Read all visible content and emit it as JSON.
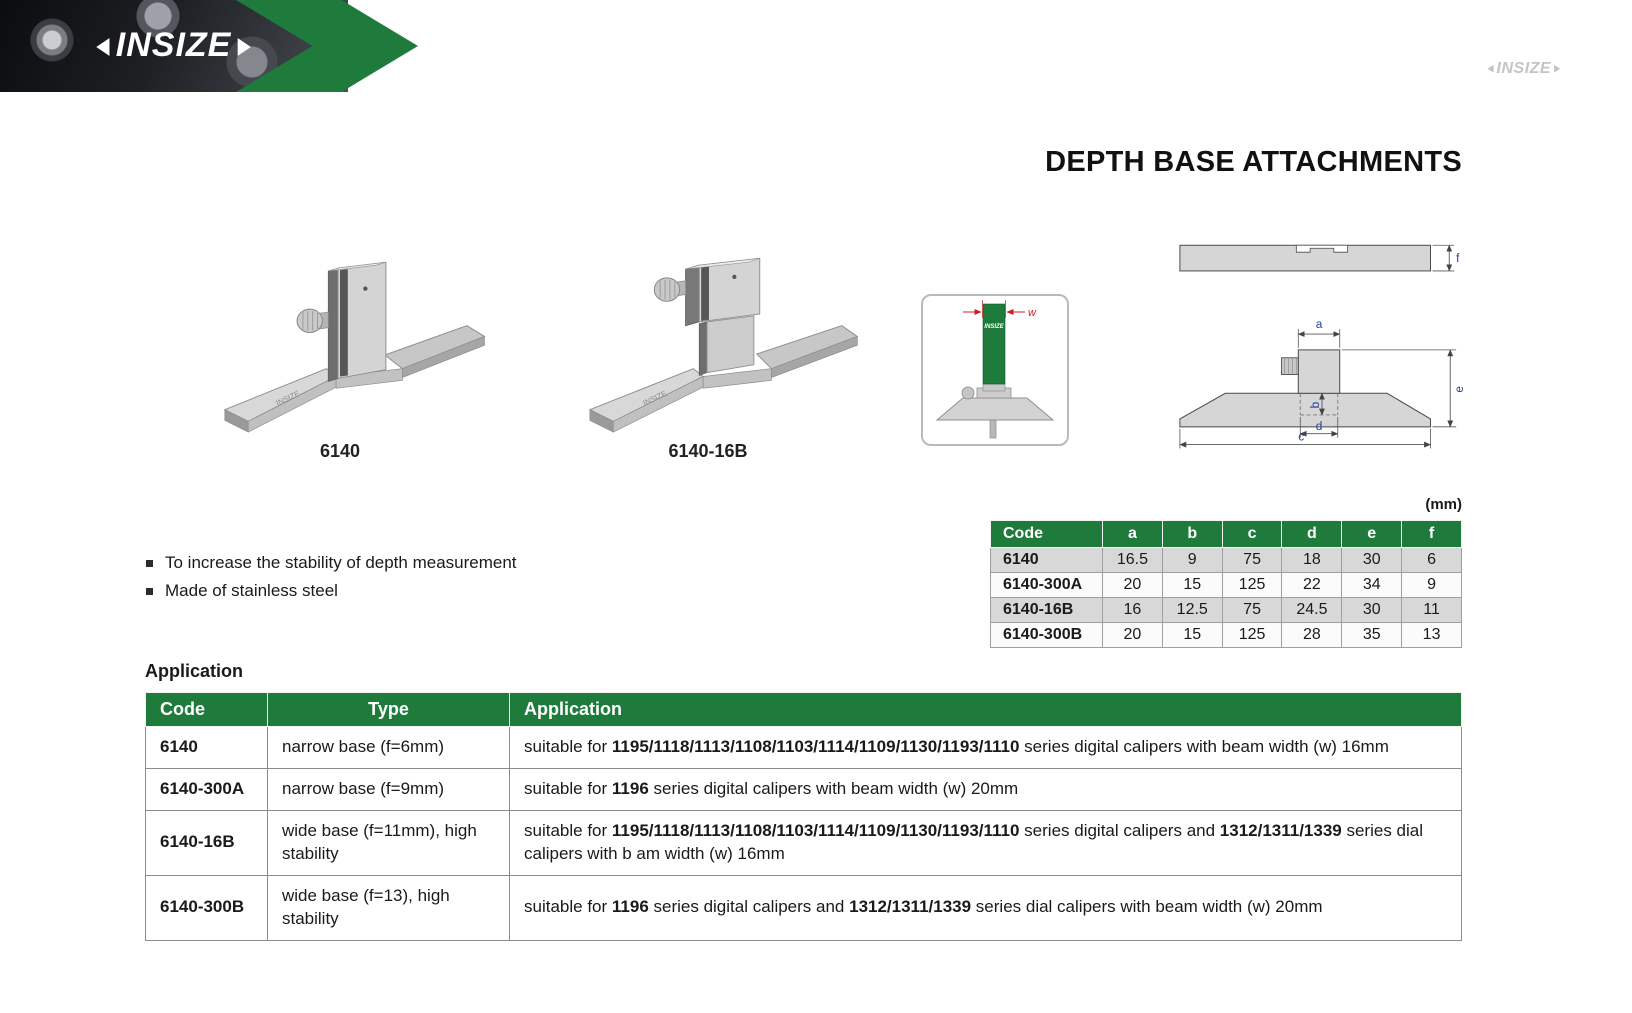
{
  "page": {
    "title": "DEPTH BASE ATTACHMENTS",
    "unit_label": "(mm)"
  },
  "colors": {
    "brand_green": "#1e7b3c",
    "dimension_red": "#cf1d1d",
    "dimension_blue": "#24439c"
  },
  "brand": {
    "name": "INSIZE",
    "arrow_left": "◄",
    "arrow_right": "►"
  },
  "products": [
    {
      "label": "6140",
      "marking": "INSIZE"
    },
    {
      "label": "6140-16B",
      "marking": "INSIZE"
    }
  ],
  "features": [
    "To increase the stability of depth measurement",
    "Made of stainless steel"
  ],
  "measure_diagram": {
    "w_label": "w",
    "logo": "INSIZE"
  },
  "dims": {
    "a": "a",
    "b": "b",
    "c": "c",
    "d": "d",
    "e": "e",
    "f": "f"
  },
  "dim_table": {
    "headers": [
      "Code",
      "a",
      "b",
      "c",
      "d",
      "e",
      "f"
    ],
    "rows": [
      [
        "6140",
        "16.5",
        "9",
        "75",
        "18",
        "30",
        "6"
      ],
      [
        "6140-300A",
        "20",
        "15",
        "125",
        "22",
        "34",
        "9"
      ],
      [
        "6140-16B",
        "16",
        "12.5",
        "75",
        "24.5",
        "30",
        "11"
      ],
      [
        "6140-300B",
        "20",
        "15",
        "125",
        "28",
        "35",
        "13"
      ]
    ]
  },
  "application_section": {
    "heading": "Application",
    "headers": [
      "Code",
      "Type",
      "Application"
    ],
    "rows": [
      {
        "code": "6140",
        "type": "narrow base (f=6mm)",
        "application": [
          {
            "t": "suitable for ",
            "b": false
          },
          {
            "t": "1195/1118/1113/1108/1103/1114/1109/1130/1193/1110",
            "b": true
          },
          {
            "t": " series digital calipers with beam width (w) 16mm",
            "b": false
          }
        ]
      },
      {
        "code": "6140-300A",
        "type": "narrow base (f=9mm)",
        "application": [
          {
            "t": "suitable for ",
            "b": false
          },
          {
            "t": "1196",
            "b": true
          },
          {
            "t": " series digital calipers with beam width (w) 20mm",
            "b": false
          }
        ]
      },
      {
        "code": "6140-16B",
        "type": "wide base (f=11mm), high stability",
        "application": [
          {
            "t": "suitable for ",
            "b": false
          },
          {
            "t": "1195/1118/1113/1108/1103/1114/1109/1130/1193/1110",
            "b": true
          },
          {
            "t": " series digital calipers and ",
            "b": false
          },
          {
            "t": "1312/1311/1339",
            "b": true
          },
          {
            "t": " series dial calipers with b am width (w) 16mm",
            "b": false
          }
        ]
      },
      {
        "code": "6140-300B",
        "type": "wide base (f=13), high stability",
        "application": [
          {
            "t": "suitable for ",
            "b": false
          },
          {
            "t": "1196",
            "b": true
          },
          {
            "t": " series digital calipers and ",
            "b": false
          },
          {
            "t": "1312/1311/1339",
            "b": true
          },
          {
            "t": " series dial calipers with beam width (w) 20mm",
            "b": false
          }
        ]
      }
    ]
  }
}
